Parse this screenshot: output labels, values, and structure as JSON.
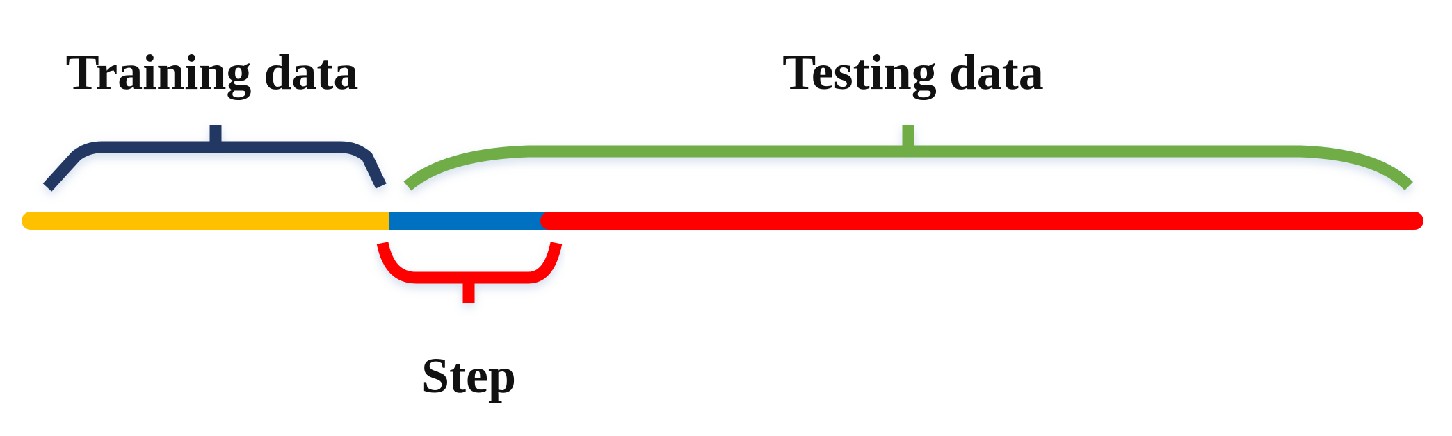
{
  "labels": {
    "training": "Training data",
    "testing": "Testing data",
    "step": "Step"
  },
  "colors": {
    "training_segment": "#FFC000",
    "step_segment": "#0070C0",
    "remaining_segment": "#FF0000",
    "training_brace": "#203864",
    "testing_brace": "#70AD47",
    "step_brace": "#FF0000",
    "text": "#111111"
  }
}
